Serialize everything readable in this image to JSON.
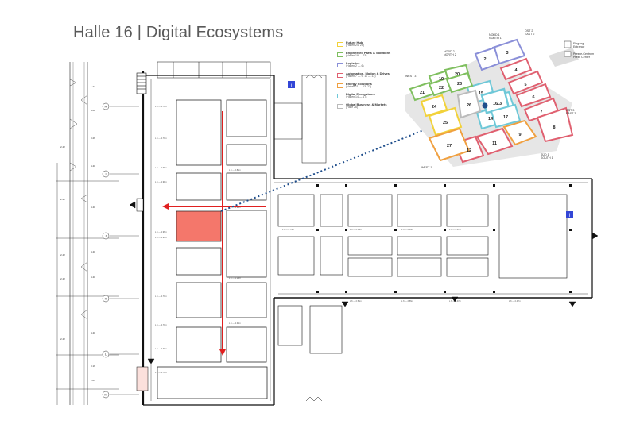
{
  "title": "Halle 16 | Digital Ecosystems",
  "legend": [
    {
      "name": "Future Hub",
      "sub": "(Hallen 24, 25)",
      "color": "#f2d23a"
    },
    {
      "name": "Engineered Parts & Solutions",
      "sub": "(Hallen 19 — 23)",
      "color": "#7fbf5f"
    },
    {
      "name": "Logistics",
      "sub": "(Hallen 2 — 6)",
      "color": "#8a8fd8"
    },
    {
      "name": "Automation, Motion & Drives",
      "sub": "(Hallen 7 — 9, 11 — 13)",
      "color": "#e06070"
    },
    {
      "name": "Energy Solutions",
      "sub": "(Hallen 11 — 13, 27)",
      "color": "#f0a040"
    },
    {
      "name": "Digital Ecosystems",
      "sub": "(Hallen 14 — 17)",
      "color": "#6ec8d8"
    },
    {
      "name": "Global Business & Markets",
      "sub": "(Halle 26)",
      "color": "#bbbbbb"
    }
  ],
  "overview": {
    "halls": [
      {
        "label": "2"
      },
      {
        "label": "3"
      },
      {
        "label": "4"
      },
      {
        "label": "5"
      },
      {
        "label": "6"
      },
      {
        "label": "7"
      },
      {
        "label": "8"
      },
      {
        "label": "9"
      },
      {
        "label": "11"
      },
      {
        "label": "12"
      },
      {
        "label": "13"
      },
      {
        "label": "14"
      },
      {
        "label": "15"
      },
      {
        "label": "16"
      },
      {
        "label": "17"
      },
      {
        "label": "19"
      },
      {
        "label": "20"
      },
      {
        "label": "21"
      },
      {
        "label": "22"
      },
      {
        "label": "23"
      },
      {
        "label": "24"
      },
      {
        "label": "25"
      },
      {
        "label": "26"
      },
      {
        "label": "27"
      }
    ],
    "entrances": {
      "nord2": "NORD 2\nNORTH 2",
      "nord1": "NORD 1\nNORTH 1",
      "ost2": "OST 2\nEAST 2",
      "ost3": "OST 3\nEAST 3",
      "west3": "WEST 3",
      "west1": "WEST 1",
      "sud1": "SÜD 1\nSOUTH 1"
    },
    "key": {
      "entrance": "Eingang\nEntrance",
      "press": "Presse-Centrum\nPress Center"
    }
  },
  "floorplan": {
    "grid_markers": [
      "H",
      "I",
      "J",
      "K",
      "L",
      "M"
    ]
  },
  "colors": {
    "highlight_fill": "#f4776b",
    "arrow": "#e02020",
    "dotted_link": "#1f4e8c",
    "info_icon": "#3346d6"
  }
}
